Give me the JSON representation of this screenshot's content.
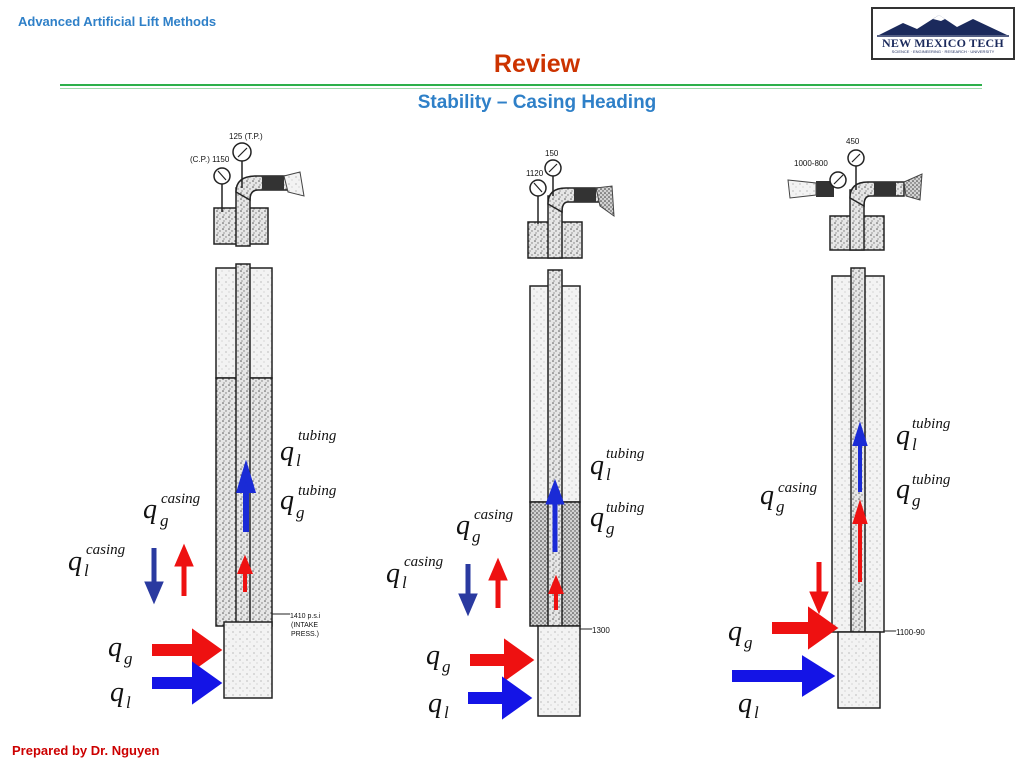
{
  "header": {
    "course": "Advanced Artificial Lift Methods",
    "logo_text": "NEW MEXICO TECH",
    "logo_subtext": "SCIENCE · ENGINEERING · RESEARCH · UNIVERSITY",
    "title": "Review",
    "subtitle": "Stability – Casing Heading"
  },
  "footer": {
    "text": "Prepared by Dr. Nguyen"
  },
  "colors": {
    "title": "#cc3300",
    "subtitle": "#2f80c8",
    "rule": "#2db04b",
    "footer": "#cc0000",
    "gas_arrow": "#ee1111",
    "liquid_arrow": "#1a2bd6"
  },
  "symbols": {
    "q": "q",
    "gas_sub": "g",
    "liquid_sub": "l",
    "tubing_sup": "tubing",
    "casing_sup": "casing"
  },
  "wells": [
    {
      "tp_label": "125 (T.P.)",
      "cp_label": "(C.P.) 1150",
      "intake_label": "1410 p.s.i",
      "intake_note_1": "(INTAKE",
      "intake_note_2": "PRESS.)"
    },
    {
      "tp_label": "150",
      "cp_label": "1120",
      "intake_label": "1300"
    },
    {
      "tp_label": "450",
      "cp_label": "1000-800",
      "intake_label": "1100-90"
    }
  ]
}
